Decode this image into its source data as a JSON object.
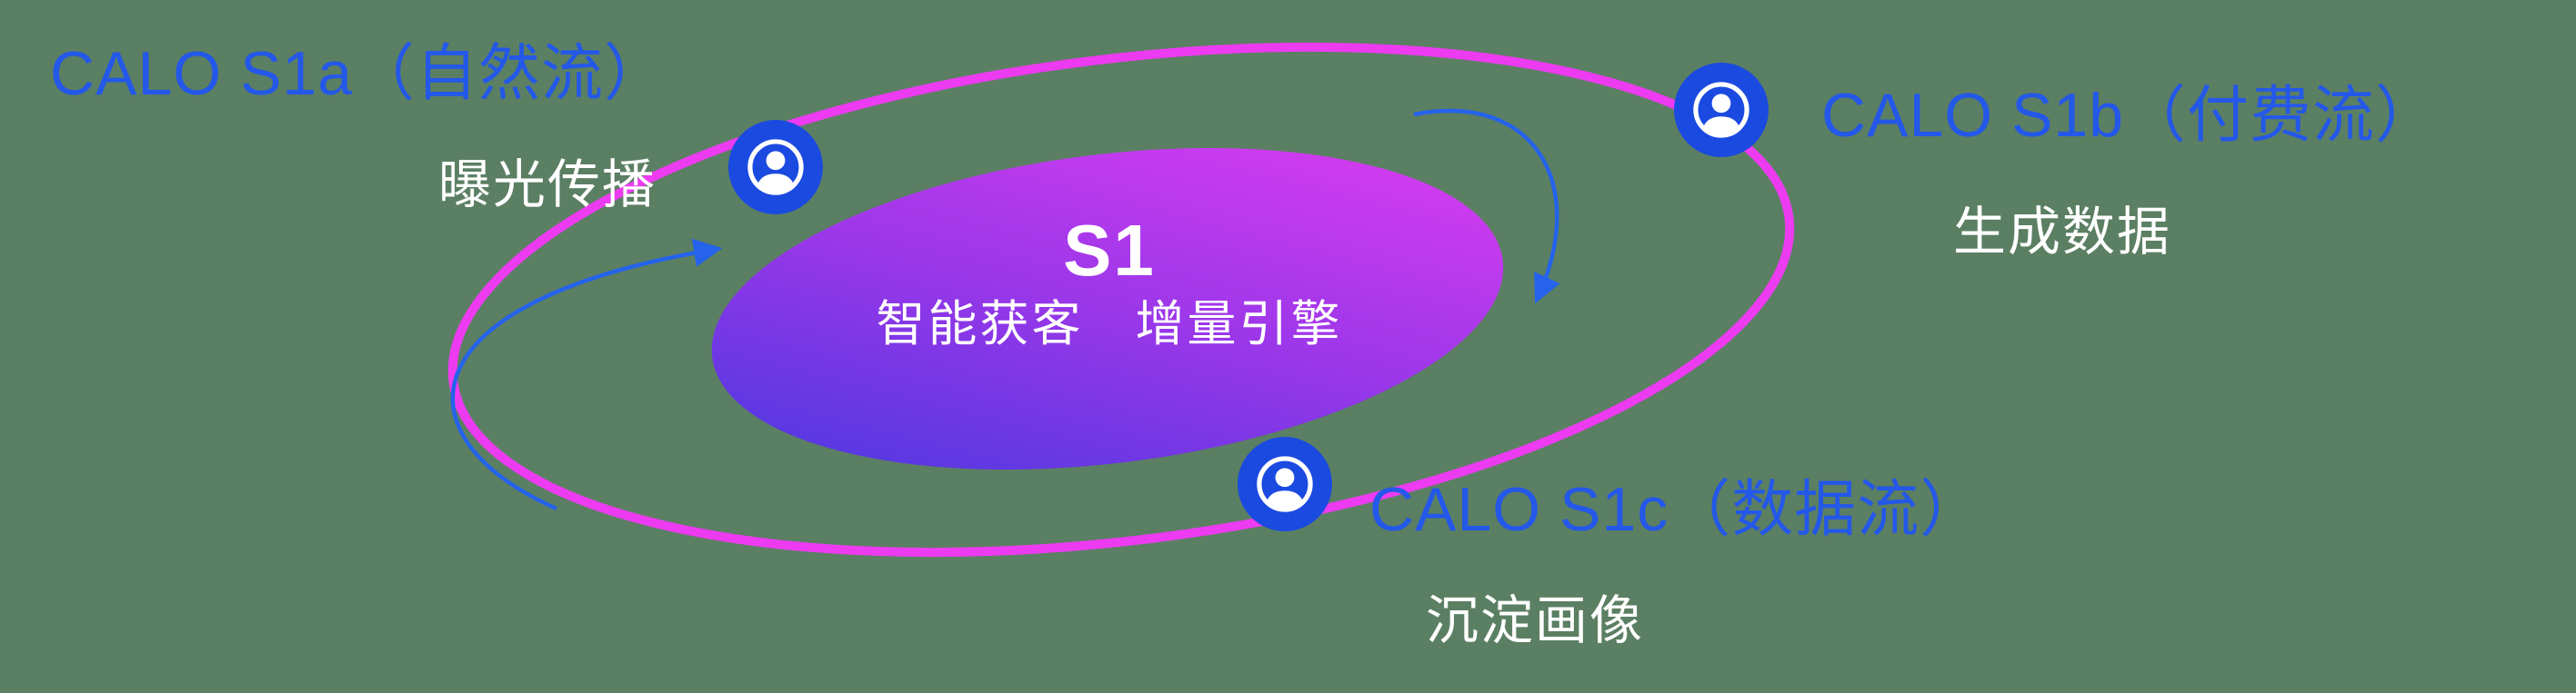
{
  "colors": {
    "background": "#5b7f63",
    "label_blue": "#2458e8",
    "orbit_pink": "#ec3bf0",
    "gradient_blue": "#4038de",
    "gradient_purple": "#9a37e9",
    "gradient_magenta": "#e53df2",
    "icon_blue": "#1b4ae0",
    "arrow_blue": "#2563eb",
    "text_white": "#ffffff"
  },
  "center": {
    "title": "S1",
    "subtitle": "智能获客　增量引擎"
  },
  "nodes": {
    "a": {
      "label": "CALO S1a（自然流）",
      "sublabel": "曝光传播",
      "icon": "user-in-circle-icon"
    },
    "b": {
      "label": "CALO S1b（付费流）",
      "sublabel": "生成数据",
      "icon": "user-in-circle-icon"
    },
    "c": {
      "label": "CALO S1c（数据流）",
      "sublabel": "沉淀画像",
      "icon": "user-in-circle-icon"
    }
  }
}
